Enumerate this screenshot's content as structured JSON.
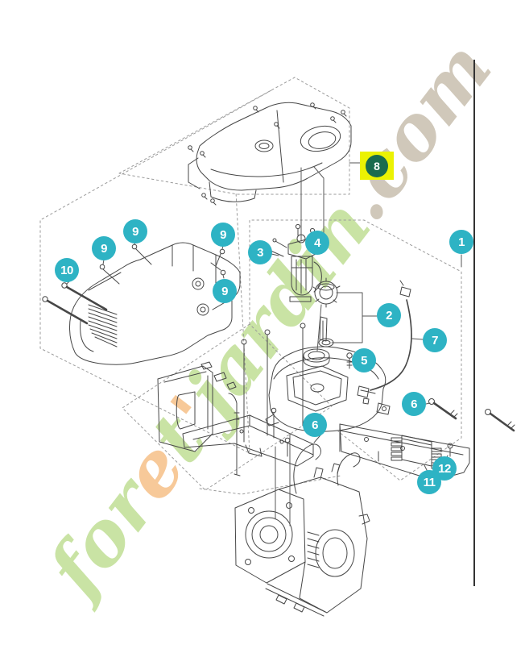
{
  "watermark": {
    "segments": [
      {
        "text": "for",
        "color": "#c9e3a4"
      },
      {
        "text": "e",
        "color": "#f7c999"
      },
      {
        "text": "t",
        "color": "#c9e3a4"
      },
      {
        "text": "'",
        "color": "#f7c999"
      },
      {
        "text": "jardin",
        "color": "#c9e3a4"
      },
      {
        "text": ".com",
        "color": "#d0c8ba"
      }
    ]
  },
  "callouts": {
    "c1": "1",
    "c2": "2",
    "c3": "3",
    "c4": "4",
    "c5": "5",
    "c6a": "6",
    "c6b": "6",
    "c7": "7",
    "c8": "8",
    "c9a": "9",
    "c9b": "9",
    "c9c": "9",
    "c9d": "9",
    "c10": "10",
    "c11": "11",
    "c12": "12"
  },
  "colors": {
    "badge_teal": "#2eb3c4",
    "badge8_circle_green": "#1a6b4e",
    "badge8_highlight_yellow": "#ebf203",
    "watermark_green": "#c9e3a4",
    "watermark_orange": "#f7c999",
    "watermark_beige": "#d0c8ba",
    "line_art": "#474747",
    "dashed_box": "#9b9b9b"
  }
}
